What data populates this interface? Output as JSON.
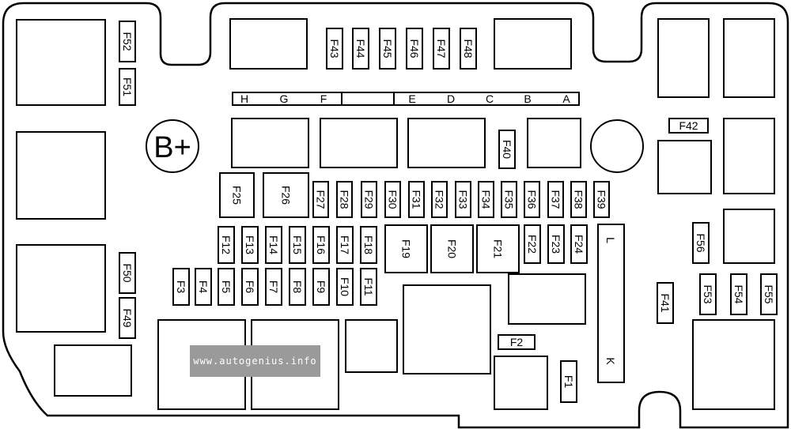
{
  "watermark": "www.autogenius.info",
  "bplus": "B+",
  "strip_left": [
    "H",
    "G",
    "F"
  ],
  "strip_right": [
    "E",
    "D",
    "C",
    "B",
    "A"
  ],
  "vertical_fuses": [
    "F52",
    "F51",
    "F43",
    "F44",
    "F45",
    "F46",
    "F47",
    "F48",
    "F40",
    "F27",
    "F28",
    "F29",
    "F30",
    "F31",
    "F32",
    "F33",
    "F34",
    "F35",
    "F36",
    "F37",
    "F38",
    "F39",
    "F12",
    "F13",
    "F14",
    "F15",
    "F16",
    "F17",
    "F18",
    "F22",
    "F23",
    "F24",
    "F3",
    "F4",
    "F5",
    "F6",
    "F7",
    "F8",
    "F9",
    "F10",
    "F11",
    "F50",
    "F49",
    "F56",
    "F41",
    "F53",
    "F54",
    "F55",
    "F1"
  ],
  "large_fuses": [
    "F25",
    "F26",
    "F19",
    "F20",
    "F21"
  ],
  "horizontal_fuses": [
    "F42",
    "F2"
  ],
  "relay_labels": [
    "L",
    "K"
  ]
}
